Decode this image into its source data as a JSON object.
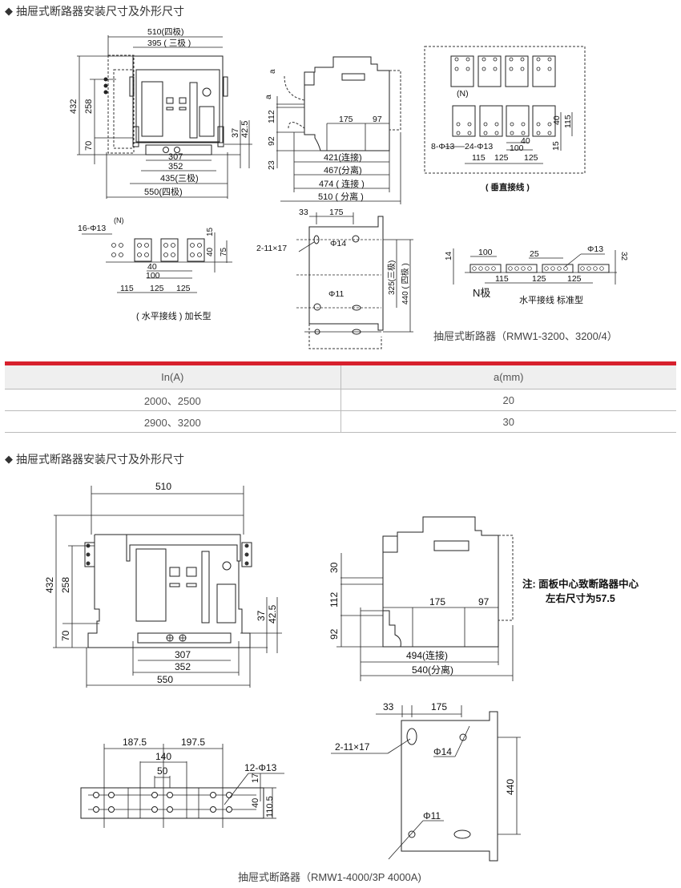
{
  "section1": {
    "heading": "抽屉式断路器安装尺寸及外形尺寸",
    "front_view": {
      "dim_top_4p": "510(四极)",
      "dim_top_3p": "395 ( 三极 )",
      "dim_432": "432",
      "dim_258": "258",
      "dim_70": "70",
      "dim_37": "37",
      "dim_42_5": "42.5",
      "dim_307": "307",
      "dim_352": "352",
      "dim_435": "435(三极)",
      "dim_550": "550(四极)"
    },
    "side_view": {
      "dim_a_top": "a",
      "dim_a": "a",
      "dim_112": "112",
      "dim_92": "92",
      "dim_23": "23",
      "dim_175": "175",
      "dim_97": "97",
      "dim_421": "421(连接)",
      "dim_467": "467(分离)",
      "dim_474": "474 ( 连接 )",
      "dim_510": "510 ( 分离 )"
    },
    "vertical_wiring": {
      "n_label": "(N)",
      "holes_8": "8-Φ13",
      "holes_24": "24-Φ13",
      "dim_40": "40",
      "dim_100": "100",
      "dim_115": "115",
      "dim_125a": "125",
      "dim_125b": "125",
      "dim_40v": "40",
      "dim_115v": "115",
      "dim_15": "15",
      "caption": "( 垂直接线 )"
    },
    "horizontal_long": {
      "holes": "16-Φ13",
      "n_label": "(N)",
      "dim_15": "15",
      "dim_40v": "40",
      "dim_75": "75",
      "dim_40": "40",
      "dim_100": "100",
      "dim_115": "115",
      "dim_125a": "125",
      "dim_125b": "125",
      "caption": "( 水平接线 ) 加长型"
    },
    "mount_plate": {
      "dim_33": "33",
      "dim_175": "175",
      "slot": "2-11×17",
      "hole_14": "Φ14",
      "hole_11": "Φ11",
      "dim_325": "325(三极)",
      "dim_440": "440 ( 四极 )"
    },
    "horizontal_std": {
      "dim_14": "14",
      "dim_100": "100",
      "dim_25": "25",
      "hole": "Φ13",
      "dim_32": "32",
      "dim_115": "115",
      "dim_125a": "125",
      "dim_125b": "125",
      "n_pole": "N极",
      "caption": "水平接线 标准型"
    },
    "model_caption": "抽屉式断路器（RMW1-3200、3200/4）"
  },
  "table": {
    "headers": [
      "In(A)",
      "a(mm)"
    ],
    "rows": [
      [
        "2000、2500",
        "20"
      ],
      [
        "2900、3200",
        "30"
      ]
    ],
    "accent_color": "#d7202d"
  },
  "section2": {
    "heading": "抽屉式断路器安装尺寸及外形尺寸",
    "front_view": {
      "dim_510": "510",
      "dim_432": "432",
      "dim_258": "258",
      "dim_70": "70",
      "dim_37": "37",
      "dim_42_5": "42.5",
      "dim_307": "307",
      "dim_352": "352",
      "dim_550": "550"
    },
    "side_view": {
      "dim_30": "30",
      "dim_112": "112",
      "dim_92": "92",
      "dim_175": "175",
      "dim_97": "97",
      "dim_494": "494(连接)",
      "dim_540": "540(分离)"
    },
    "note_line1": "注: 面板中心致断路器中心",
    "note_line2": "左右尺寸为57.5",
    "busbar": {
      "dim_187_5": "187.5",
      "dim_197_5": "197.5",
      "dim_140": "140",
      "dim_50": "50",
      "holes": "12-Φ13",
      "dim_17": "17",
      "dim_40": "40",
      "dim_110_5": "110.5"
    },
    "mount_plate": {
      "dim_33": "33",
      "dim_175": "175",
      "slot": "2-11×17",
      "hole_14": "Φ14",
      "hole_11": "Φ11",
      "dim_440": "440"
    },
    "model_caption": "抽屉式断路器（RMW1-4000/3P 4000A)"
  }
}
